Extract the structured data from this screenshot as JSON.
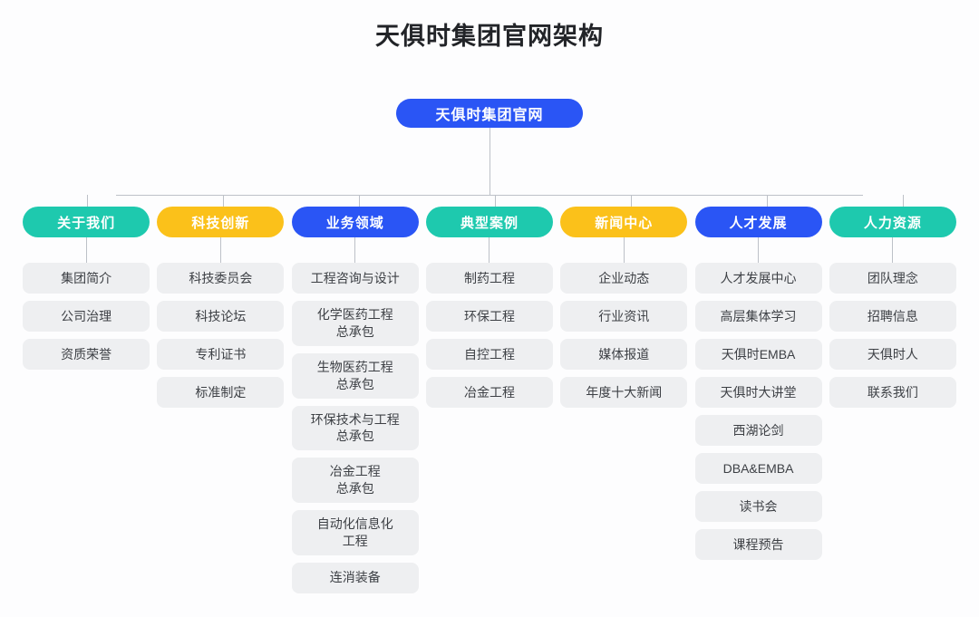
{
  "page": {
    "title": "天俱时集团官网架构",
    "background_color": "#fdfdfe"
  },
  "colors": {
    "teal": "#1ec9ae",
    "yellow": "#fbc11a",
    "blue": "#2a55f5",
    "item_background": "#eeeff1",
    "item_text": "#3d4045",
    "connector": "#bdc1c8",
    "title_text": "#222428"
  },
  "root": {
    "label": "天俱时集团官网",
    "color": "#2a55f5"
  },
  "columns": [
    {
      "header": "关于我们",
      "color": "teal",
      "items": [
        "集团简介",
        "公司治理",
        "资质荣誉"
      ]
    },
    {
      "header": "科技创新",
      "color": "yellow",
      "items": [
        "科技委员会",
        "科技论坛",
        "专利证书",
        "标准制定"
      ]
    },
    {
      "header": "业务领域",
      "color": "blue",
      "items": [
        "工程咨询与设计",
        "化学医药工程\n总承包",
        "生物医药工程\n总承包",
        "环保技术与工程\n总承包",
        "冶金工程\n总承包",
        "自动化信息化\n工程",
        "连消装备"
      ]
    },
    {
      "header": "典型案例",
      "color": "teal",
      "items": [
        "制药工程",
        "环保工程",
        "自控工程",
        "冶金工程"
      ]
    },
    {
      "header": "新闻中心",
      "color": "yellow",
      "items": [
        "企业动态",
        "行业资讯",
        "媒体报道",
        "年度十大新闻"
      ]
    },
    {
      "header": "人才发展",
      "color": "blue",
      "items": [
        "人才发展中心",
        "高层集体学习",
        "天俱时EMBA",
        "天俱时大讲堂",
        "西湖论剑",
        "DBA&EMBA",
        "读书会",
        "课程预告"
      ]
    },
    {
      "header": "人力资源",
      "color": "teal",
      "items": [
        "团队理念",
        "招聘信息",
        "天俱时人",
        "联系我们"
      ]
    }
  ]
}
